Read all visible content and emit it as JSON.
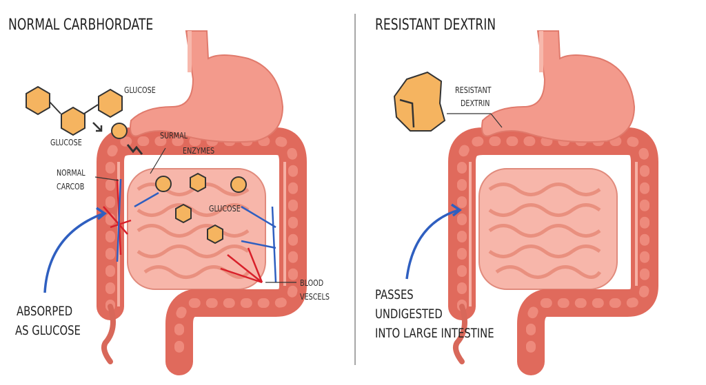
{
  "left_panel": {
    "title": "NORMAL CARBHORDATE",
    "labels": {
      "glucose_top": "GLUCOSE",
      "glucose_left": "GLUCOSE",
      "enzymes_1": "SURMAL",
      "enzymes_2": "ENZYMES",
      "carcob_1": "NORMAL",
      "carcob_2": "CARCOB",
      "glucose_mid": "GLUCOSE",
      "blood_1": "BLOOD",
      "blood_2": "VESCELS",
      "absorbed_1": "ABSORPED",
      "absorbed_2": "AS GLUCOSE"
    }
  },
  "right_panel": {
    "title": "RESISTANT DEXTRIN",
    "labels": {
      "dextrin_1": "RESISTANT",
      "dextrin_2": "DEXTRIN",
      "passes_1": "PASSES",
      "passes_2": "UNDIGESTED",
      "passes_3": "INTO LARGE INTESTINE"
    }
  },
  "colors": {
    "stomach": "#f39a8c",
    "colon": "#e06a5c",
    "small_intestine": "#f7b6aa",
    "glucose": "#f5b460",
    "artery": "#d8202a",
    "vein": "#2f5fc0",
    "arrow": "#2f5fc0"
  }
}
